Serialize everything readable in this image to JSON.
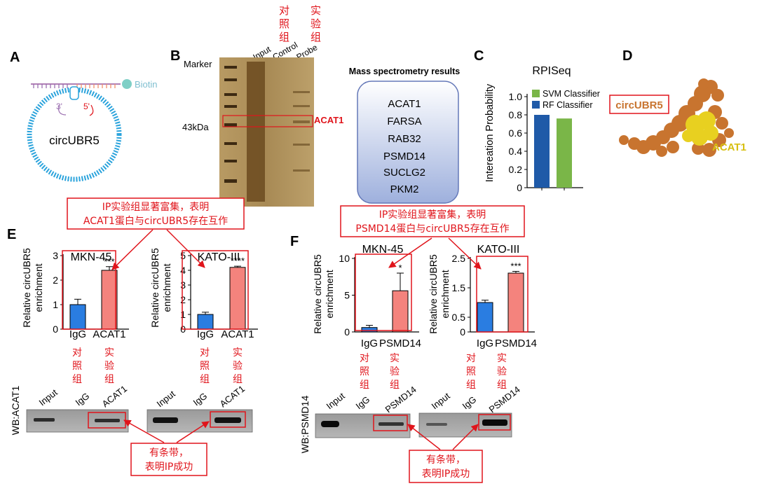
{
  "panels": {
    "a": "A",
    "b": "B",
    "c": "C",
    "d": "D",
    "e": "E",
    "f": "F"
  },
  "colors": {
    "annotation": "#e0141b",
    "igg_bar": "#2a7de1",
    "target_bar": "#f4837d",
    "svm": "#7ab648",
    "rf": "#1f5aa8",
    "protein_orange": "#c8742f",
    "protein_yellow": "#e8d020"
  },
  "panel_a": {
    "biotin_label": "Biotin",
    "circ_label": "circUBR5",
    "three_prime": "3'",
    "five_prime": "5'"
  },
  "panel_b": {
    "marker_label": "Marker",
    "lanes": [
      "Input",
      "Control",
      "Probe"
    ],
    "size_label": "43kDa",
    "band_label": "ACAT1",
    "control_note": [
      "对",
      "照",
      "组"
    ],
    "probe_note": [
      "实",
      "验",
      "组"
    ],
    "ms_title": "Mass spectrometry results",
    "ms_proteins": [
      "ACAT1",
      "FARSA",
      "RAB32",
      "PSMD14",
      "SUCLG2",
      "PKM2"
    ]
  },
  "panel_c": {
    "title": "RPISeq",
    "ylabel": "Intereation Probability",
    "legend": [
      "SVM Classifier",
      "RF Classifier"
    ]
  },
  "panel_d": {
    "rna_label": "circUBR5",
    "protein_label": "ACAT1"
  },
  "callouts": {
    "acat1_ip": [
      "IP实验组显著富集，表明",
      "ACAT1蛋白与circUBR5存在互作"
    ],
    "psmd14_ip": [
      "IP实验组显著富集，表明",
      "PSMD14蛋白与circUBR5存在互作"
    ],
    "wb_ok": [
      "有条带，",
      "表明IP成功"
    ]
  },
  "panel_e": {
    "ylabel": [
      "Relative circUBR5",
      "enrichment"
    ],
    "ctrl_note": [
      "对",
      "照",
      "组"
    ],
    "exp_note": [
      "实",
      "验",
      "组"
    ],
    "wb_label": "WB:ACAT1",
    "wb_lanes": [
      "Input",
      "IgG",
      "ACAT1"
    ]
  },
  "panel_f": {
    "ylabel": [
      "Relative circUBR5",
      "enrichment"
    ],
    "ctrl_note": [
      "对",
      "照",
      "组"
    ],
    "exp_note": [
      "实",
      "验",
      "组"
    ],
    "wb_label": "WB:PSMD14",
    "wb_lanes": [
      "Input",
      "IgG",
      "PSMD14"
    ]
  },
  "chart_data": [
    {
      "type": "bar",
      "title": "RPISeq",
      "ylabel": "Intereation Probability",
      "ylim": [
        0,
        1.0
      ],
      "yticks": [
        0,
        0.2,
        0.4,
        0.6,
        0.8,
        1.0
      ],
      "categories": [
        "RF Classifier",
        "SVM Classifier"
      ],
      "values": [
        0.8,
        0.76
      ],
      "legend": "top-right"
    },
    {
      "type": "bar",
      "title": "MKN-45",
      "ylabel": "Relative circUBR5 enrichment",
      "ylim": [
        0,
        3
      ],
      "yticks": [
        0,
        1,
        2,
        3
      ],
      "categories": [
        "IgG",
        "ACAT1"
      ],
      "values": [
        1.0,
        2.4
      ],
      "errors": [
        0.22,
        0.15
      ],
      "significance": "***"
    },
    {
      "type": "bar",
      "title": "KATO-III",
      "ylabel": "Relative circUBR5 enrichment",
      "ylim": [
        0,
        5
      ],
      "yticks": [
        0,
        1,
        2,
        3,
        4,
        5
      ],
      "categories": [
        "IgG",
        "ACAT1"
      ],
      "values": [
        1.0,
        4.2
      ],
      "errors": [
        0.15,
        0.08
      ],
      "significance": "****"
    },
    {
      "type": "bar",
      "title": "MKN-45",
      "ylabel": "Relative circUBR5 enrichment",
      "ylim": [
        0,
        10
      ],
      "yticks": [
        0,
        5,
        10
      ],
      "categories": [
        "IgG",
        "PSMD14"
      ],
      "values": [
        0.6,
        5.6
      ],
      "errors": [
        0.3,
        2.4
      ],
      "significance": "*"
    },
    {
      "type": "bar",
      "title": "KATO-III",
      "ylabel": "Relative circUBR5 enrichment",
      "ylim": [
        0,
        2.5
      ],
      "yticks": [
        0,
        0.5,
        1.5,
        2.5
      ],
      "tick_labels": [
        "0",
        "0.5",
        "1.5",
        "2.5"
      ],
      "categories": [
        "IgG",
        "PSMD14"
      ],
      "values": [
        1.0,
        2.0
      ],
      "errors": [
        0.08,
        0.06
      ],
      "significance": "***"
    }
  ]
}
